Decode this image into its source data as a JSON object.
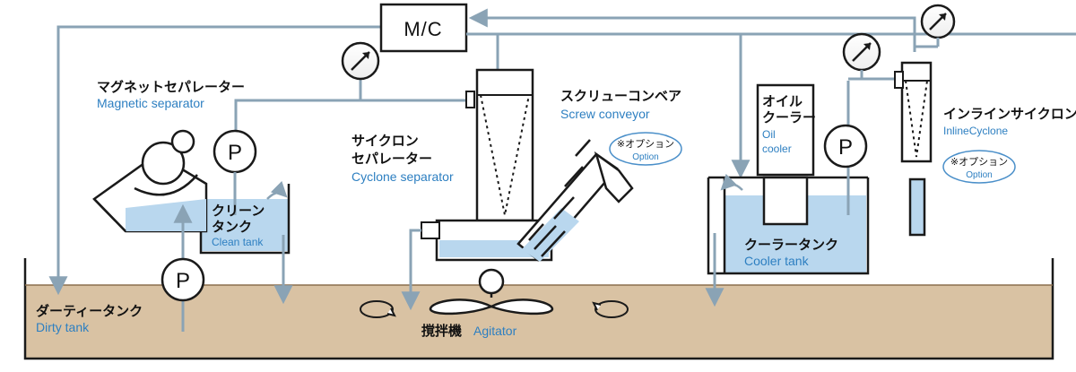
{
  "control": {
    "mc_label": "M/C"
  },
  "magnetic": {
    "jp": "マグネットセパレーター",
    "en": "Magnetic separator"
  },
  "clean": {
    "jp_line1": "クリーン",
    "jp_line2": "タンク",
    "en": "Clean tank"
  },
  "cyclone": {
    "jp_line1": "サイクロン",
    "jp_line2": "セパレーター",
    "en": "Cyclone separator"
  },
  "screw": {
    "jp": "スクリューコンベア",
    "en": "Screw conveyor",
    "option_jp": "※オプション",
    "option_en": "Option"
  },
  "oil": {
    "jp_line1": "オイル",
    "jp_line2": "クーラー",
    "en_line1": "Oil",
    "en_line2": "cooler"
  },
  "cooler_tank": {
    "jp": "クーラータンク",
    "en": "Cooler tank"
  },
  "inline": {
    "jp": "インラインサイクロン",
    "en": "InlineCyclone",
    "option_jp": "※オプション",
    "option_en": "Option"
  },
  "dirty": {
    "jp": "ダーティータンク",
    "en": "Dirty tank"
  },
  "agitator": {
    "jp": "撹拌機",
    "en": "Agitator"
  },
  "pump_label": "P",
  "colors": {
    "pipe": "#8aa3b5",
    "water": "#b9d7ee",
    "dirty_fill": "#d9c2a3",
    "label_blue": "#2d7fc1"
  }
}
